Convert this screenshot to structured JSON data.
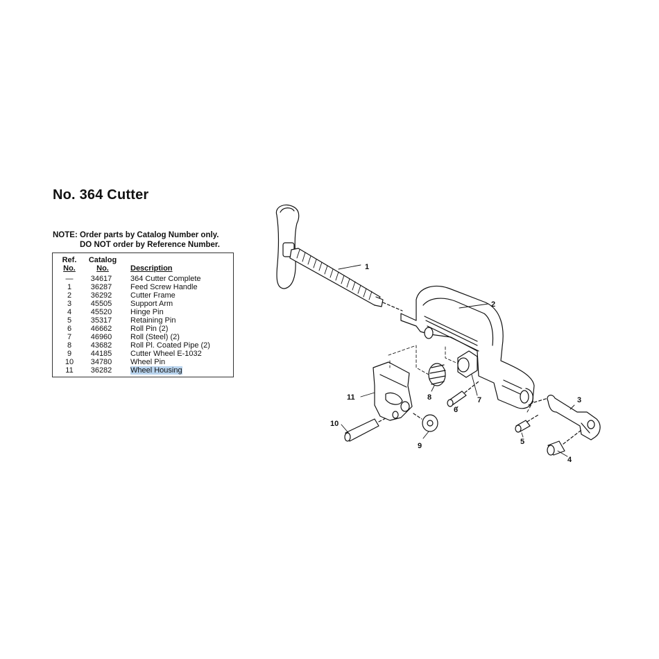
{
  "title": "No. 364 Cutter",
  "note": {
    "line1": "NOTE: Order parts by Catalog Number only.",
    "line2": "DO NOT order by Reference Number."
  },
  "table": {
    "headers": {
      "ref": [
        "Ref.",
        "No."
      ],
      "catalog": [
        "Catalog",
        "No."
      ],
      "description": "Description"
    },
    "rows": [
      {
        "ref": "—",
        "catalog": "34617",
        "description": "364 Cutter Complete"
      },
      {
        "ref": "1",
        "catalog": "36287",
        "description": "Feed Screw Handle"
      },
      {
        "ref": "2",
        "catalog": "36292",
        "description": "Cutter Frame"
      },
      {
        "ref": "3",
        "catalog": "45505",
        "description": "Support Arm"
      },
      {
        "ref": "4",
        "catalog": "45520",
        "description": "Hinge Pin"
      },
      {
        "ref": "5",
        "catalog": "35317",
        "description": "Retaining Pin"
      },
      {
        "ref": "6",
        "catalog": "46662",
        "description": "Roll Pin (2)"
      },
      {
        "ref": "7",
        "catalog": "46960",
        "description": "Roll (Steel) (2)"
      },
      {
        "ref": "8",
        "catalog": "43682",
        "description": "Roll Pl. Coated Pipe (2)"
      },
      {
        "ref": "9",
        "catalog": "44185",
        "description": "Cutter Wheel E-1032"
      },
      {
        "ref": "10",
        "catalog": "34780",
        "description": "Wheel Pin"
      },
      {
        "ref": "11",
        "catalog": "36282",
        "description": "Wheel Housing",
        "highlighted": true
      }
    ]
  },
  "diagram": {
    "callouts": {
      "c1": "1",
      "c2": "2",
      "c3": "3",
      "c4": "4",
      "c5": "5",
      "c6": "6",
      "c7": "7",
      "c8": "8",
      "c9": "9",
      "c10": "10",
      "c11": "11"
    }
  },
  "colors": {
    "highlight": "#b9d4ee",
    "line": "#111111"
  }
}
